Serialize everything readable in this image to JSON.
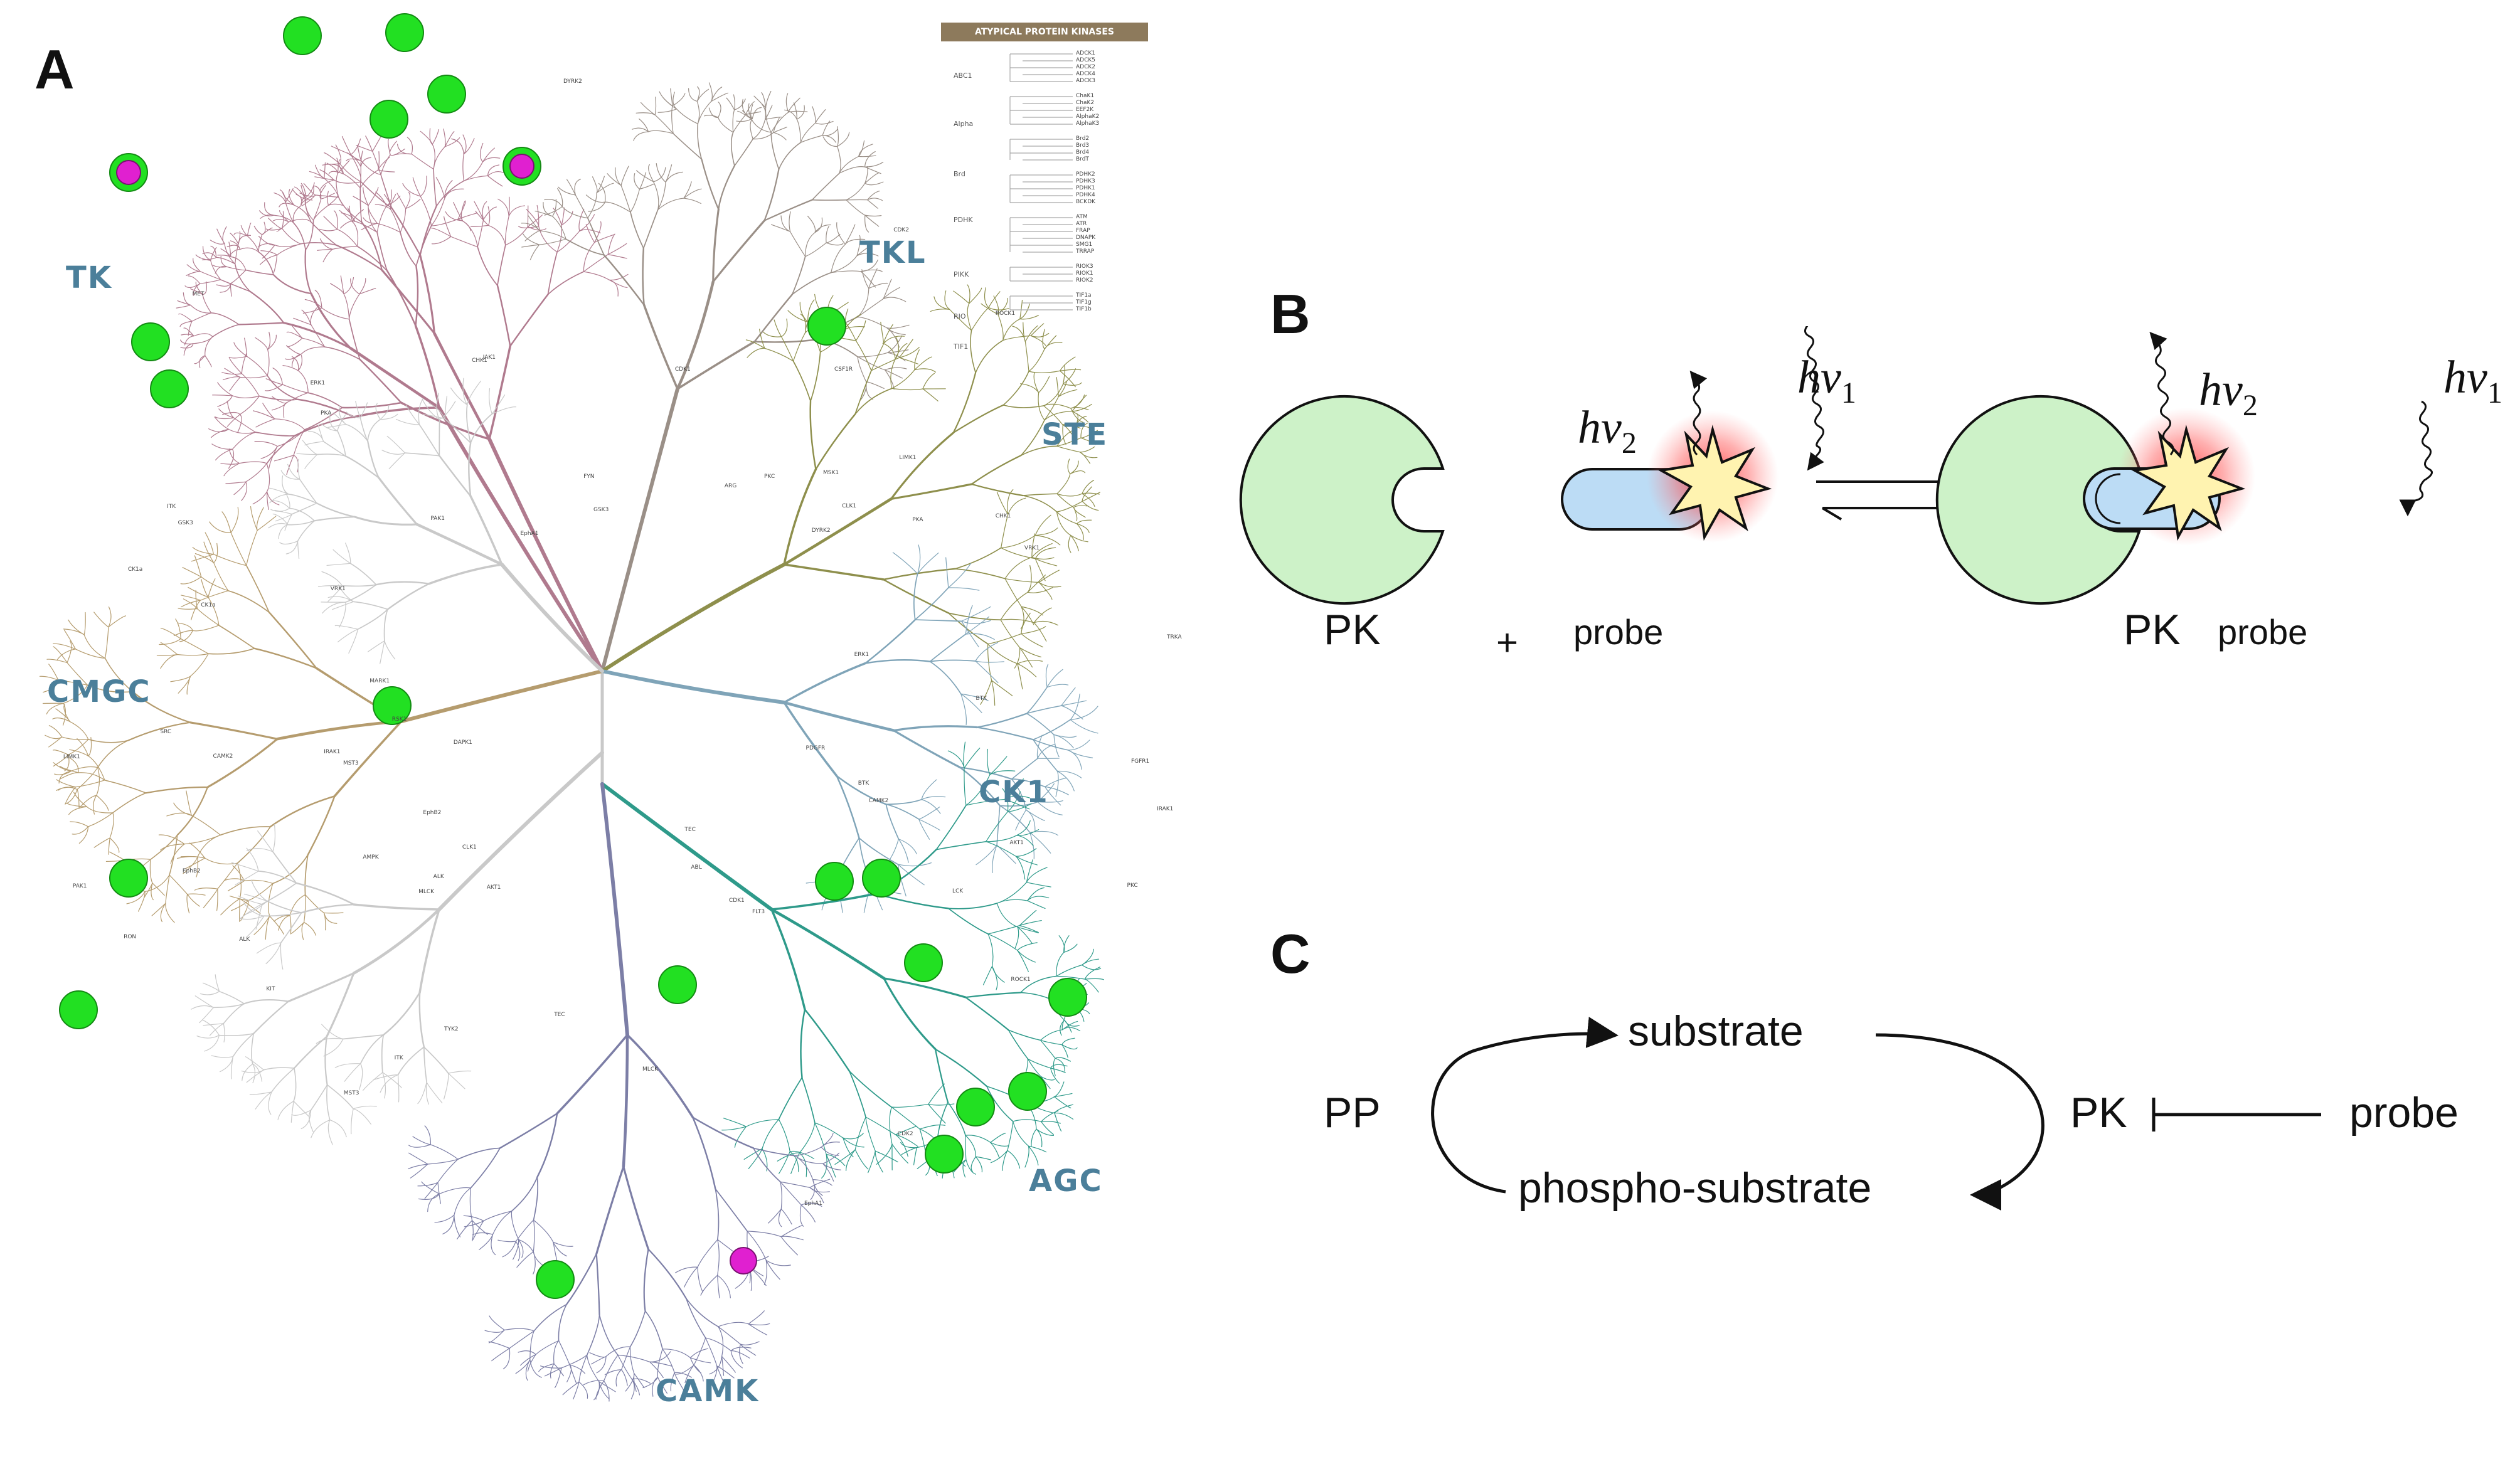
{
  "panels": {
    "a_label": "A",
    "b_label": "B",
    "c_label": "C"
  },
  "kinome": {
    "families": [
      {
        "key": "tk",
        "label": "TK"
      },
      {
        "key": "tkl",
        "label": "TKL"
      },
      {
        "key": "ste",
        "label": "STE"
      },
      {
        "key": "cmgc",
        "label": "CMGC"
      },
      {
        "key": "ck1",
        "label": "CK1"
      },
      {
        "key": "agc",
        "label": "AGC"
      },
      {
        "key": "camk",
        "label": "CAMK"
      }
    ],
    "colors": {
      "tk": "#b07a8e",
      "tkl": "#9a8f87",
      "ste": "#8e8f4c",
      "cmgc": "#b59c6e",
      "ck1": "#7fa4b8",
      "agc": "#2e9a8a",
      "camk": "#7c7ea6",
      "other": "#c9c9c9",
      "green_marker": "#22e022",
      "magenta_marker": "#e020d0"
    },
    "atypical": {
      "title": "ATYPICAL PROTEIN KINASES",
      "groups": [
        "ABC1",
        "Alpha",
        "Brd",
        "PDHK",
        "PIKK",
        "RIO",
        "TIF1"
      ],
      "members": [
        [
          "ADCK1",
          "ADCK5",
          "ADCK2",
          "ADCK4",
          "ADCK3"
        ],
        [
          "ChaK1",
          "ChaK2",
          "EEF2K",
          "AlphaK2",
          "AlphaK3"
        ],
        [
          "Brd2",
          "Brd3",
          "Brd4",
          "BrdT"
        ],
        [
          "PDHK2",
          "PDHK3",
          "PDHK1",
          "PDHK4",
          "BCKDK"
        ],
        [
          "ATM",
          "ATR",
          "FRAP",
          "DNAPK",
          "SMG1",
          "TRRAP"
        ],
        [
          "RIOK3",
          "RIOK1",
          "RIOK2"
        ],
        [
          "TIF1a",
          "TIF1g",
          "TIF1b"
        ]
      ]
    }
  },
  "panel_b": {
    "pk_label": "PK",
    "probe_label": "probe",
    "plus": "+",
    "hv_symbol": "hν",
    "hv1_sub": "1",
    "hv2_sub": "2",
    "colors": {
      "pk_fill": "#cdf2c8",
      "probe_fill": "#bcdcf5",
      "star_fill": "#fff3b0",
      "glow": "#ff4040"
    }
  },
  "panel_c": {
    "substrate": "substrate",
    "phospho_substrate": "phospho-substrate",
    "pp": "PP",
    "pk": "PK",
    "probe": "probe"
  }
}
